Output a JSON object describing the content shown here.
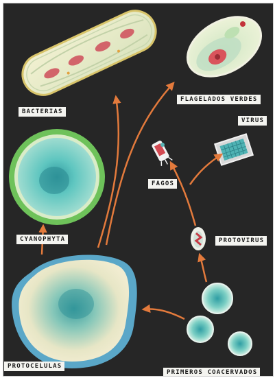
{
  "labels": {
    "bacterias": "BACTERIAS",
    "flagelados_verdes": "FLAGELADOS VERDES",
    "virus": "VIRUS",
    "fagos": "FAGOS",
    "cyanophyta": "CYANOPHYTA",
    "protovirus": "PROTOVIRUS",
    "protocelulas": "PROTOCELULAS",
    "primeros_coacervados": "PRIMEROS COACERVADOS"
  },
  "colors": {
    "background": "#262626",
    "arrow": "#e37a3c",
    "label_bg": "#f4f4f0"
  }
}
